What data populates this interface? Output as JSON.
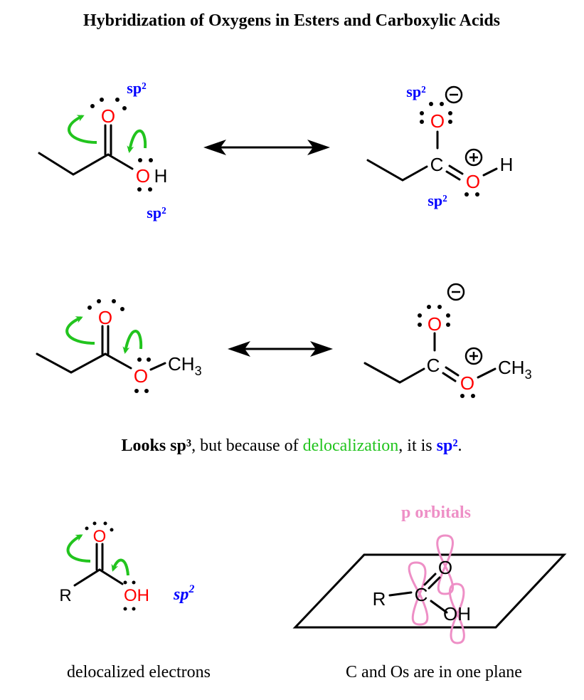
{
  "title": "Hybridization of Oxygens in Esters and Carboxylic Acids",
  "colors": {
    "oxygen": "#ff0000",
    "hybrid_label": "#0000ff",
    "arrow": "#22c41e",
    "orbital": "#ee8fc6"
  },
  "atoms": {
    "O": "O",
    "H": "H",
    "C": "C",
    "R": "R",
    "OH": "OH",
    "CH3": "CH",
    "sub3": "3",
    "minus": "−",
    "plus": "+"
  },
  "hybrid": {
    "sp2": "sp²"
  },
  "caption_middle": {
    "part1": "Looks sp³",
    "part2": ", but because of ",
    "part3": "delocalization",
    "part4": ", it is ",
    "part5": "sp²",
    "part6": "."
  },
  "bottom_left": {
    "hybrid": "sp",
    "sup": "2",
    "caption": "delocalized electrons"
  },
  "bottom_right": {
    "label": "p orbitals",
    "caption": "C and Os are in one plane"
  }
}
